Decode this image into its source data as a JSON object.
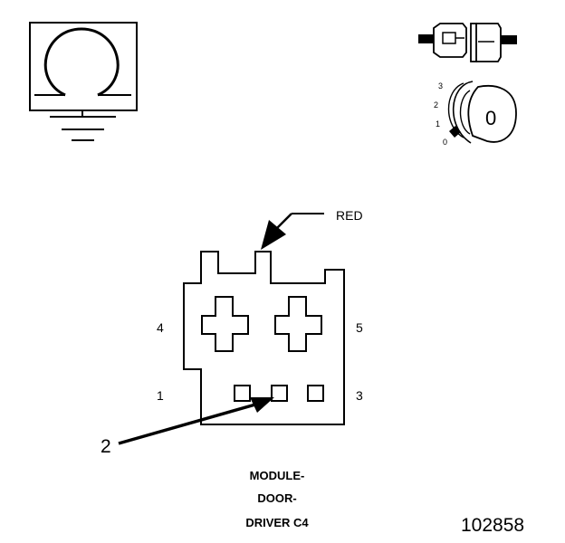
{
  "wire_color_label": "RED",
  "pins": {
    "p4": "4",
    "p5": "5",
    "p1": "1",
    "p3": "3"
  },
  "callout": "2",
  "rotation_steps": {
    "r3": "3",
    "r2": "2",
    "r1": "1",
    "r0": "0"
  },
  "key_face": "0",
  "caption": {
    "line1": "MODULE-",
    "line2": "DOOR-",
    "line3": "DRIVER C4"
  },
  "figure_number": "102858",
  "icons": [
    "ground-icon",
    "connector-mating-icon",
    "key-rotation-icon"
  ]
}
